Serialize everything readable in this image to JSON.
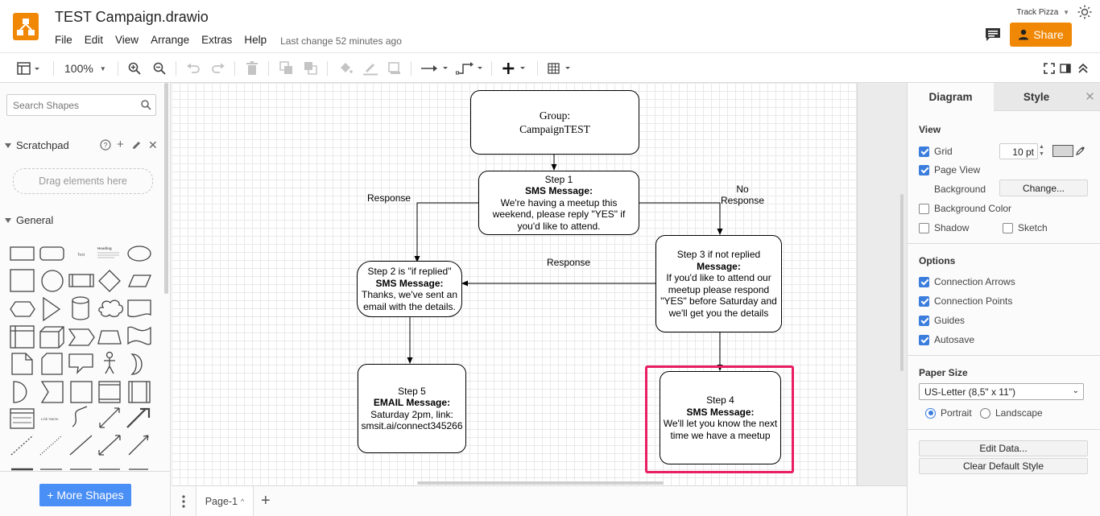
{
  "app": {
    "doc_title": "TEST Campaign.drawio",
    "menu": [
      "File",
      "Edit",
      "View",
      "Arrange",
      "Extras",
      "Help"
    ],
    "last_change": "Last change 52 minutes ago",
    "user": "Track Pizza",
    "share_label": "Share",
    "accent": "#f08705"
  },
  "toolbar": {
    "zoom": "100%"
  },
  "left_panel": {
    "search_placeholder": "Search Shapes",
    "scratchpad_title": "Scratchpad",
    "drag_hint": "Drag elements here",
    "general_title": "General",
    "more_shapes": "+ More Shapes"
  },
  "diagram": {
    "group": {
      "line1": "Group:",
      "line2": "CampaignTEST"
    },
    "step1": {
      "title": "Step 1",
      "heading": "SMS Message:",
      "body": "We're having a meetup this weekend, please reply \"YES\" if you'd like to attend."
    },
    "step2": {
      "title": "Step 2 is \"if replied\"",
      "heading": "SMS Message:",
      "body": "Thanks, we've sent an email with the details."
    },
    "step3": {
      "title": "Step 3 if not replied",
      "heading": "Message:",
      "body": "If you'd like to attend our meetup please respond \"YES\" before Saturday and we'll get you the details"
    },
    "step4": {
      "title": "Step 4",
      "heading": "SMS Message:",
      "body": "We'll let you know the next time we have a meetup"
    },
    "step5": {
      "title": "Step 5",
      "heading": "EMAIL Message:",
      "body": "Saturday 2pm, link: smsit.ai/connect345266"
    },
    "label_response_left": "Response",
    "label_no": "No",
    "label_no_response": "Response",
    "label_response_mid": "Response",
    "selection_color": "#e91e63"
  },
  "pages": {
    "tab": "Page-1"
  },
  "right_panel": {
    "tab_diagram": "Diagram",
    "tab_style": "Style",
    "view_title": "View",
    "grid_label": "Grid",
    "grid_size": "10 pt",
    "page_view_label": "Page View",
    "background_label": "Background",
    "change_label": "Change...",
    "background_color_label": "Background Color",
    "shadow_label": "Shadow",
    "sketch_label": "Sketch",
    "options_title": "Options",
    "connection_arrows": "Connection Arrows",
    "connection_points": "Connection Points",
    "guides": "Guides",
    "autosave": "Autosave",
    "paper_size_title": "Paper Size",
    "paper_size_value": "US-Letter (8,5\" x 11\")",
    "portrait": "Portrait",
    "landscape": "Landscape",
    "edit_data": "Edit Data...",
    "clear_default_style": "Clear Default Style"
  }
}
